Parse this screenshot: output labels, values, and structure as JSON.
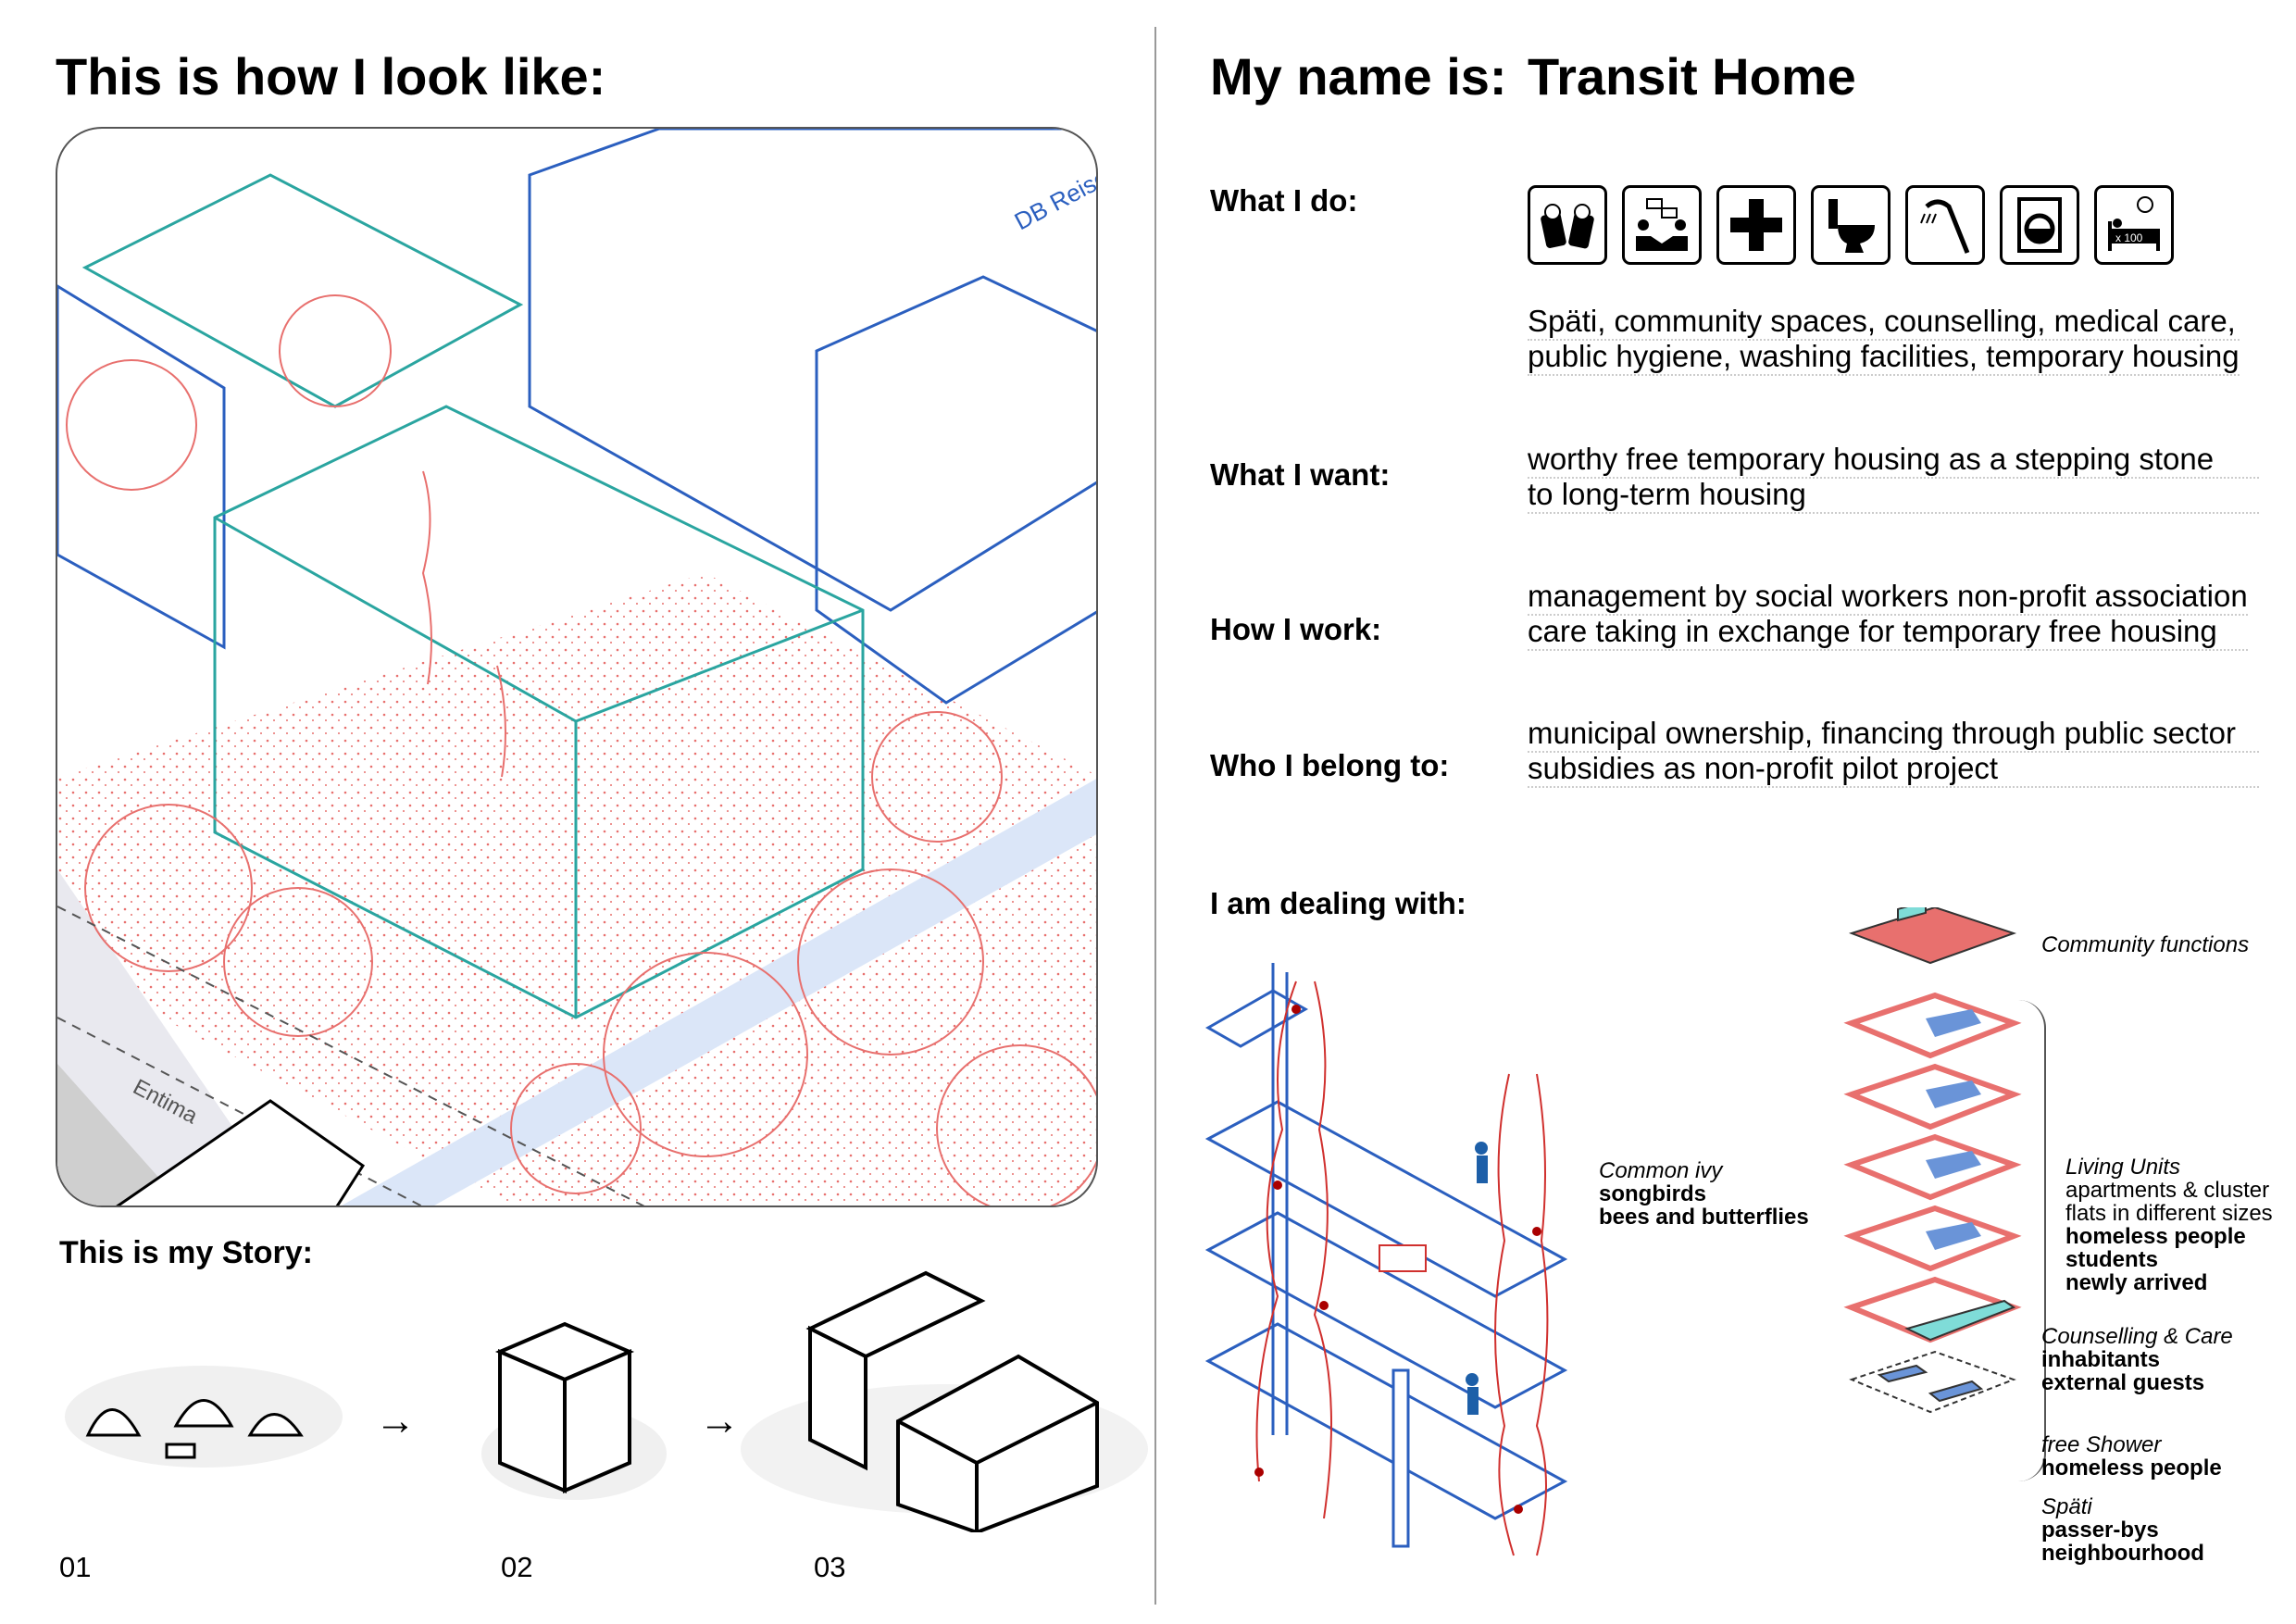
{
  "left": {
    "title": "This is how I look like:",
    "illustration_labels": [
      "DB Reisen",
      "Entima"
    ],
    "story_title": "This is my Story:",
    "story_steps": [
      "01",
      "02",
      "03"
    ]
  },
  "right": {
    "name_label": "My name is:",
    "name": "Transit Home",
    "what_i_do": {
      "label": "What I do:",
      "icons": [
        "beer-mugs-icon",
        "counselling-icon",
        "medical-cross-icon",
        "toilet-icon",
        "shower-icon",
        "washing-machine-icon",
        "bed-x100-icon"
      ],
      "bed_badge": "x 100",
      "lines": [
        "Späti, community spaces, counselling, medical care,",
        "public hygiene, washing facilities, temporary housing"
      ]
    },
    "what_i_want": {
      "label": "What I want:",
      "lines": [
        "worthy free temporary housing as a stepping stone",
        "to long-term housing"
      ]
    },
    "how_i_work": {
      "label": "How I work:",
      "lines": [
        "management by social workers non-profit association",
        "care taking in exchange for temporary free housing"
      ]
    },
    "who_i_belong_to": {
      "label": "Who I belong to:",
      "lines": [
        "municipal ownership, financing through public sector",
        "subsidies as non-profit pilot project"
      ]
    },
    "dealing_with": {
      "label": "I am dealing with:",
      "ivy": {
        "title": "Common ivy",
        "items": [
          "songbirds",
          "bees and butterflies"
        ]
      },
      "floors": [
        {
          "title": "Community functions",
          "items": []
        },
        {
          "title": "Living Units",
          "subtitle": [
            "apartments & cluster",
            "flats in different sizes"
          ],
          "items": [
            "homeless people",
            "students",
            "newly arrived"
          ]
        },
        {
          "title": "Counselling & Care",
          "items": [
            "inhabitants",
            "external guests"
          ]
        },
        {
          "title": "free Shower",
          "items": [
            "homeless people"
          ]
        },
        {
          "title": "Späti",
          "items": [
            "passer-bys",
            "neighbourhood"
          ]
        }
      ]
    }
  },
  "colors": {
    "ivy_red": "#e8706e",
    "building_blue": "#2b5fbf",
    "teal": "#2aa5a0",
    "cyan_fill": "#7fdcd8",
    "plan_blue": "#6a94d8"
  }
}
